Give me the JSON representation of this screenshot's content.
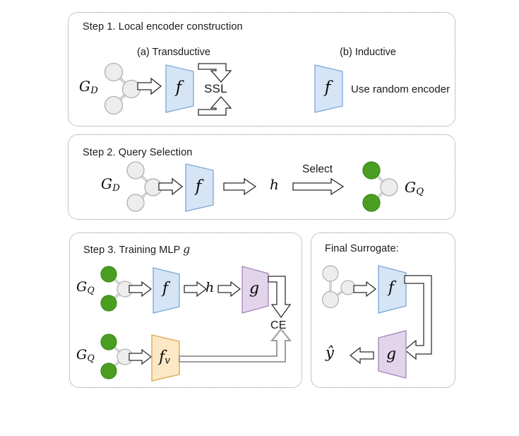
{
  "figure": {
    "background": "#ffffff",
    "panel_border_color": "#8a8a8a"
  },
  "palette": {
    "encoder_f_fill": "#d5e5f6",
    "encoder_f_stroke": "#7aa7d4",
    "mlp_g_fill": "#e2d4ea",
    "mlp_g_stroke": "#a585b8",
    "victim_fv_fill": "#fde8c6",
    "victim_fv_stroke": "#e0a44a",
    "node_gray_fill": "#ededed",
    "node_gray_stroke": "#b0b0b0",
    "node_green_fill": "#4a9e22",
    "node_green_stroke": "#3d8a1b",
    "arrow_fill": "#ffffff",
    "arrow_stroke": "#2b2b2b",
    "pipe_stroke": "#8c8c8c"
  },
  "step1": {
    "title": "Step 1. Local encoder construction",
    "transductive": {
      "caption": "(a) Transductive",
      "graph_label": "G",
      "graph_label_sub": "D",
      "encoder_label": "f",
      "feedback_label": "SSL",
      "arrow_in": "block-arrow-right",
      "feedback_top": "ssl-arrow-down",
      "feedback_bottom": "ssl-arrow-up"
    },
    "inductive": {
      "caption": "(b) Inductive",
      "encoder_label": "f",
      "note": "Use random encoder"
    }
  },
  "step2": {
    "title": "Step 2. Query Selection",
    "graph_label": "G",
    "graph_label_sub": "D",
    "encoder_label": "f",
    "embedding_label": "h",
    "select_label": "Select",
    "output_label": "G",
    "output_label_sub": "Q",
    "arrows": [
      "block-arrow-right",
      "block-arrow-right",
      "block-arrow-right-long"
    ]
  },
  "step3": {
    "title_prefix": "Step 3. Training MLP ",
    "title_math": "g",
    "top_row": {
      "graph_label": "G",
      "graph_label_sub": "Q",
      "encoder_label": "f",
      "embedding_label": "h",
      "mlp_label": "g"
    },
    "bottom_row": {
      "graph_label": "G",
      "graph_label_sub": "Q",
      "victim_label": "f",
      "victim_label_sub": "v"
    },
    "loss_label": "CE"
  },
  "final": {
    "title": "Final Surrogate:",
    "encoder_label": "f",
    "mlp_label": "g",
    "output_label": "ŷ"
  }
}
